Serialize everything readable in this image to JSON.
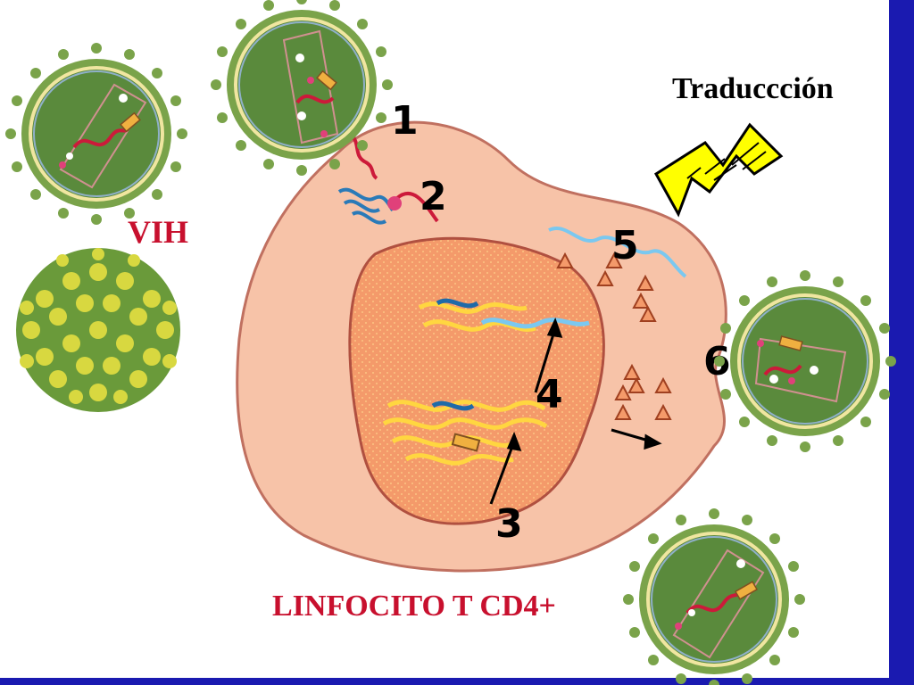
{
  "labels": {
    "translation": "Traduccción",
    "virus": "VIH",
    "cell": "LINFOCITO T CD4+"
  },
  "steps": [
    "1",
    "2",
    "3",
    "4",
    "5",
    "6"
  ],
  "colors": {
    "frame": "#1a1ab0",
    "cell_cytoplasm": "#f7c3a8",
    "nucleus": "#f49a6a",
    "virus_body": "#5a8a3c",
    "virus_spikes": "#7aa34a",
    "red_text": "#c8102e",
    "lightning": "#ffff00",
    "rna_red": "#cc1a3a",
    "rna_blue": "#2a7ab8",
    "rna_yellow": "#ffd640"
  }
}
